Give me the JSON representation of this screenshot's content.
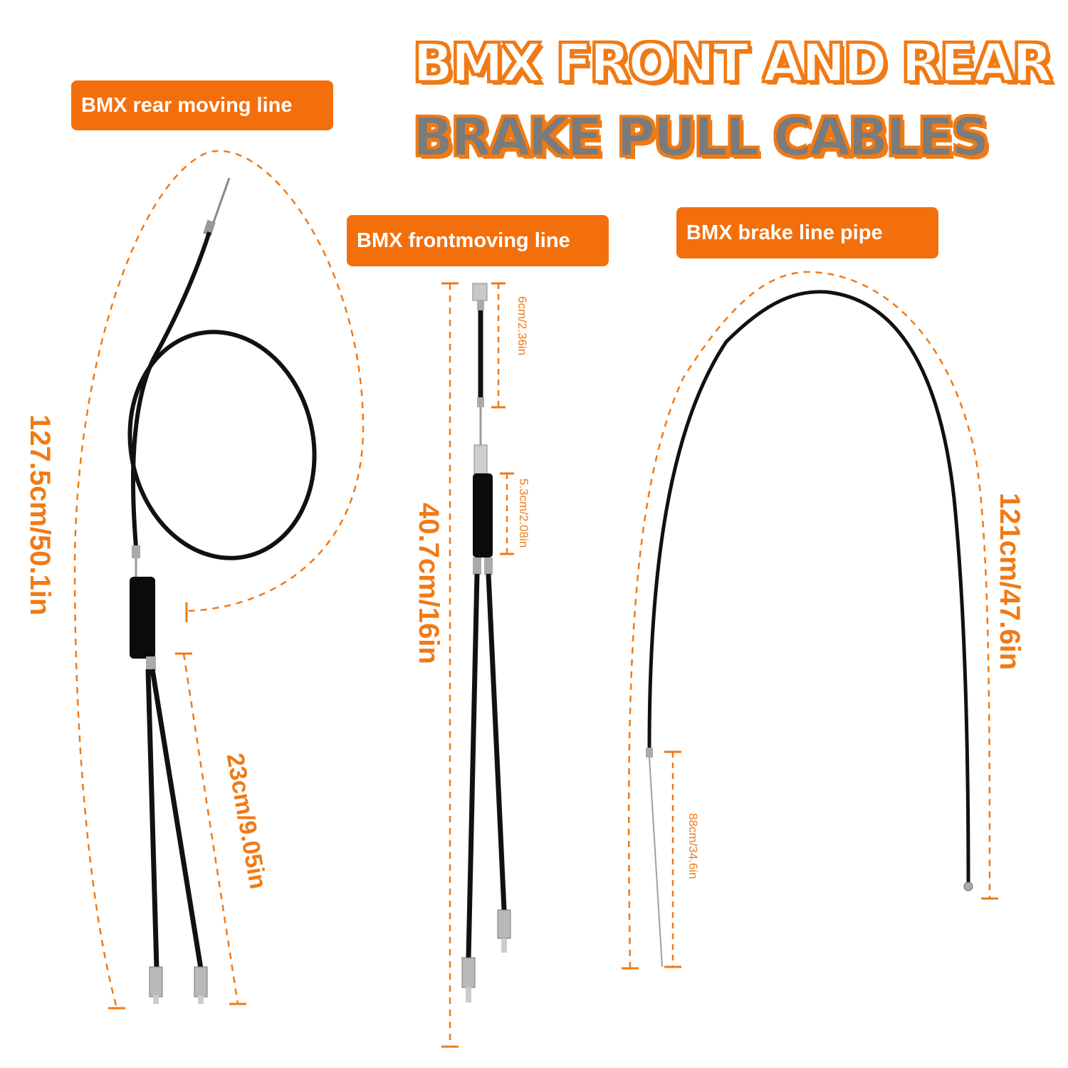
{
  "title": {
    "line1": "BMX FRONT AND REAR",
    "line2": "BRAKE PULL CABLES"
  },
  "labels": {
    "rear": "BMX rear moving line",
    "front": "BMX frontmoving line",
    "pipe": "BMX brake line pipe"
  },
  "dimensions": {
    "rear_total": "127.5cm/50.1in",
    "rear_split": "23cm/9.05in",
    "front_total": "40.7cm/16in",
    "front_top": "6cm/2.36in",
    "front_mid": "5.3cm/2.08in",
    "pipe_total": "121cm/47.6in",
    "pipe_inner": "88cm/34.6in"
  },
  "colors": {
    "accent": "#f36f0c",
    "title_grey": "#7b7b7b",
    "cable": "#111111"
  }
}
